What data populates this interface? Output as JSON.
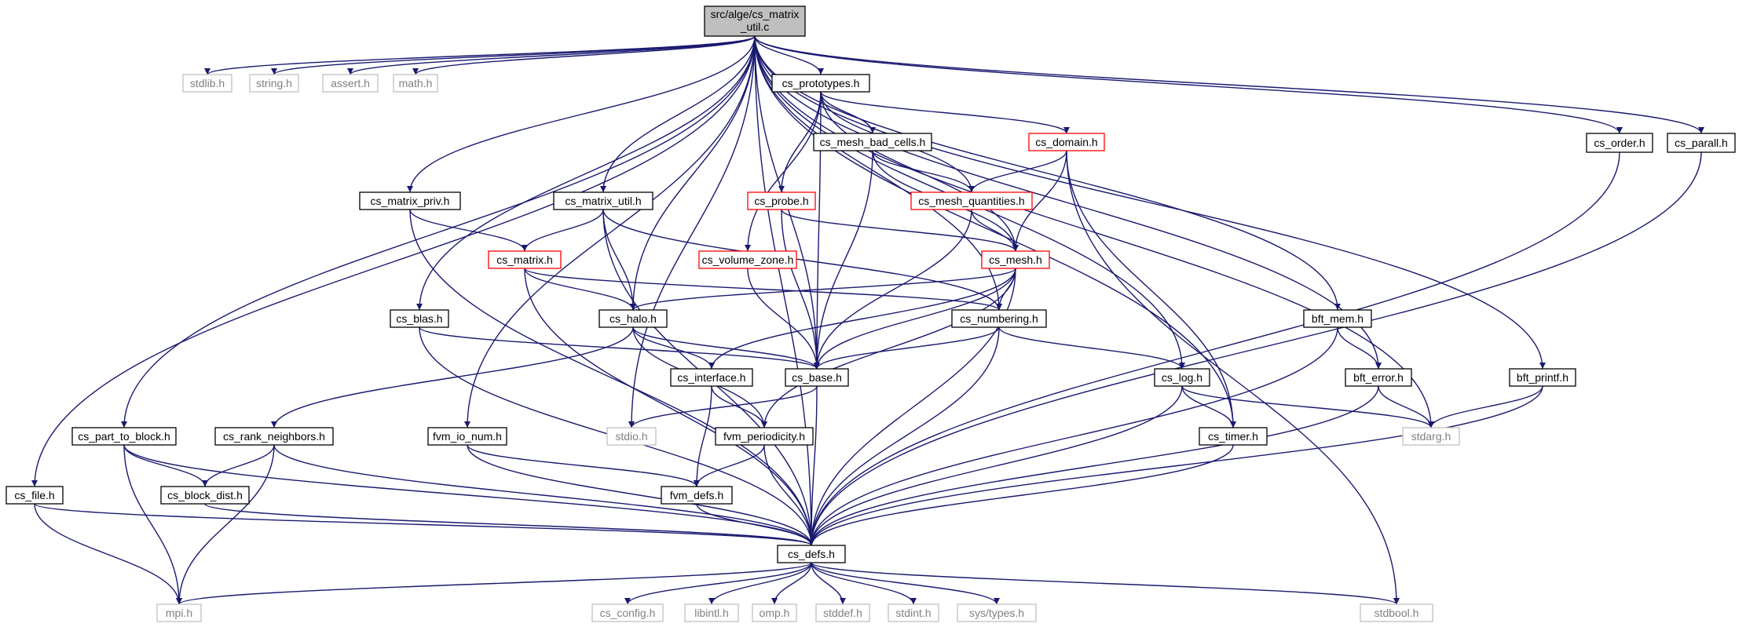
{
  "diagram": {
    "title_lines": [
      "src/alge/cs_matrix",
      "_util.c"
    ],
    "style": {
      "edge_color": "#191970",
      "internal_border": "#000000",
      "external_border": "#bfbfbf",
      "external_text": "#808080",
      "incomplete_border": "#ff0000",
      "root_fill": "#bfbfbf"
    },
    "nodes": [
      {
        "id": "root",
        "label": "src/alge/cs_matrix_util.c",
        "kind": "root"
      },
      {
        "id": "stdlib",
        "label": "stdlib.h",
        "kind": "external"
      },
      {
        "id": "string",
        "label": "string.h",
        "kind": "external"
      },
      {
        "id": "assert",
        "label": "assert.h",
        "kind": "external"
      },
      {
        "id": "math",
        "label": "math.h",
        "kind": "external"
      },
      {
        "id": "cs_prototypes",
        "label": "cs_prototypes.h",
        "kind": "internal"
      },
      {
        "id": "cs_order",
        "label": "cs_order.h",
        "kind": "internal"
      },
      {
        "id": "cs_parall",
        "label": "cs_parall.h",
        "kind": "internal"
      },
      {
        "id": "cs_mesh_bad_cells",
        "label": "cs_mesh_bad_cells.h",
        "kind": "internal"
      },
      {
        "id": "cs_domain",
        "label": "cs_domain.h",
        "kind": "incomplete"
      },
      {
        "id": "cs_matrix_priv",
        "label": "cs_matrix_priv.h",
        "kind": "internal"
      },
      {
        "id": "cs_matrix_util",
        "label": "cs_matrix_util.h",
        "kind": "internal"
      },
      {
        "id": "cs_probe",
        "label": "cs_probe.h",
        "kind": "incomplete"
      },
      {
        "id": "cs_mesh_quantities",
        "label": "cs_mesh_quantities.h",
        "kind": "incomplete"
      },
      {
        "id": "cs_matrix",
        "label": "cs_matrix.h",
        "kind": "incomplete"
      },
      {
        "id": "cs_volume_zone",
        "label": "cs_volume_zone.h",
        "kind": "incomplete"
      },
      {
        "id": "cs_mesh",
        "label": "cs_mesh.h",
        "kind": "incomplete"
      },
      {
        "id": "cs_blas",
        "label": "cs_blas.h",
        "kind": "internal"
      },
      {
        "id": "cs_halo",
        "label": "cs_halo.h",
        "kind": "internal"
      },
      {
        "id": "cs_numbering",
        "label": "cs_numbering.h",
        "kind": "internal"
      },
      {
        "id": "bft_mem",
        "label": "bft_mem.h",
        "kind": "internal"
      },
      {
        "id": "cs_interface",
        "label": "cs_interface.h",
        "kind": "internal"
      },
      {
        "id": "cs_base",
        "label": "cs_base.h",
        "kind": "internal"
      },
      {
        "id": "cs_log",
        "label": "cs_log.h",
        "kind": "internal"
      },
      {
        "id": "bft_error",
        "label": "bft_error.h",
        "kind": "internal"
      },
      {
        "id": "bft_printf",
        "label": "bft_printf.h",
        "kind": "internal"
      },
      {
        "id": "cs_part_to_block",
        "label": "cs_part_to_block.h",
        "kind": "internal"
      },
      {
        "id": "cs_rank_neighbors",
        "label": "cs_rank_neighbors.h",
        "kind": "internal"
      },
      {
        "id": "fvm_io_num",
        "label": "fvm_io_num.h",
        "kind": "internal"
      },
      {
        "id": "stdio",
        "label": "stdio.h",
        "kind": "external"
      },
      {
        "id": "fvm_periodicity",
        "label": "fvm_periodicity.h",
        "kind": "internal"
      },
      {
        "id": "cs_timer",
        "label": "cs_timer.h",
        "kind": "internal"
      },
      {
        "id": "stdarg",
        "label": "stdarg.h",
        "kind": "external"
      },
      {
        "id": "cs_file",
        "label": "cs_file.h",
        "kind": "internal"
      },
      {
        "id": "cs_block_dist",
        "label": "cs_block_dist.h",
        "kind": "internal"
      },
      {
        "id": "fvm_defs",
        "label": "fvm_defs.h",
        "kind": "internal"
      },
      {
        "id": "cs_defs",
        "label": "cs_defs.h",
        "kind": "internal"
      },
      {
        "id": "mpi",
        "label": "mpi.h",
        "kind": "external"
      },
      {
        "id": "cs_config",
        "label": "cs_config.h",
        "kind": "external"
      },
      {
        "id": "libintl",
        "label": "libintl.h",
        "kind": "external"
      },
      {
        "id": "omp",
        "label": "omp.h",
        "kind": "external"
      },
      {
        "id": "stddef",
        "label": "stddef.h",
        "kind": "external"
      },
      {
        "id": "stdint",
        "label": "stdint.h",
        "kind": "external"
      },
      {
        "id": "systypes",
        "label": "sys/types.h",
        "kind": "external"
      },
      {
        "id": "stdbool",
        "label": "stdbool.h",
        "kind": "external"
      }
    ],
    "edges": [
      [
        "root",
        "stdlib"
      ],
      [
        "root",
        "string"
      ],
      [
        "root",
        "assert"
      ],
      [
        "root",
        "math"
      ],
      [
        "root",
        "cs_prototypes"
      ],
      [
        "root",
        "cs_order"
      ],
      [
        "root",
        "cs_parall"
      ],
      [
        "root",
        "cs_matrix_priv"
      ],
      [
        "root",
        "cs_matrix_util"
      ],
      [
        "root",
        "cs_blas"
      ],
      [
        "root",
        "cs_halo"
      ],
      [
        "root",
        "cs_numbering"
      ],
      [
        "root",
        "bft_mem"
      ],
      [
        "root",
        "cs_base"
      ],
      [
        "root",
        "cs_log"
      ],
      [
        "root",
        "bft_error"
      ],
      [
        "root",
        "bft_printf"
      ],
      [
        "root",
        "cs_part_to_block"
      ],
      [
        "root",
        "fvm_io_num"
      ],
      [
        "root",
        "cs_timer"
      ],
      [
        "root",
        "stdarg"
      ],
      [
        "root",
        "cs_file"
      ],
      [
        "root",
        "cs_defs"
      ],
      [
        "root",
        "stdio"
      ],
      [
        "cs_prototypes",
        "cs_mesh_bad_cells"
      ],
      [
        "cs_prototypes",
        "cs_domain"
      ],
      [
        "cs_prototypes",
        "cs_probe"
      ],
      [
        "cs_prototypes",
        "cs_mesh_quantities"
      ],
      [
        "cs_prototypes",
        "cs_volume_zone"
      ],
      [
        "cs_prototypes",
        "cs_mesh"
      ],
      [
        "cs_prototypes",
        "cs_base"
      ],
      [
        "cs_mesh_bad_cells",
        "cs_mesh_quantities"
      ],
      [
        "cs_mesh_bad_cells",
        "cs_mesh"
      ],
      [
        "cs_mesh_bad_cells",
        "cs_base"
      ],
      [
        "cs_domain",
        "cs_mesh_quantities"
      ],
      [
        "cs_domain",
        "cs_mesh"
      ],
      [
        "cs_domain",
        "cs_timer"
      ],
      [
        "cs_domain",
        "stdbool"
      ],
      [
        "cs_matrix_priv",
        "cs_matrix"
      ],
      [
        "cs_matrix_priv",
        "cs_defs"
      ],
      [
        "cs_matrix_util",
        "cs_matrix"
      ],
      [
        "cs_matrix_util",
        "cs_halo"
      ],
      [
        "cs_matrix_util",
        "cs_numbering"
      ],
      [
        "cs_matrix_util",
        "cs_defs"
      ],
      [
        "cs_probe",
        "cs_mesh"
      ],
      [
        "cs_probe",
        "cs_base"
      ],
      [
        "cs_mesh_quantities",
        "cs_mesh"
      ],
      [
        "cs_mesh_quantities",
        "cs_base"
      ],
      [
        "cs_matrix",
        "cs_halo"
      ],
      [
        "cs_matrix",
        "cs_numbering"
      ],
      [
        "cs_matrix",
        "cs_defs"
      ],
      [
        "cs_volume_zone",
        "cs_base"
      ],
      [
        "cs_mesh",
        "cs_halo"
      ],
      [
        "cs_mesh",
        "cs_numbering"
      ],
      [
        "cs_mesh",
        "cs_interface"
      ],
      [
        "cs_mesh",
        "cs_base"
      ],
      [
        "cs_mesh",
        "fvm_periodicity"
      ],
      [
        "cs_mesh",
        "cs_defs"
      ],
      [
        "cs_blas",
        "cs_base"
      ],
      [
        "cs_blas",
        "cs_defs"
      ],
      [
        "cs_halo",
        "cs_interface"
      ],
      [
        "cs_halo",
        "cs_base"
      ],
      [
        "cs_halo",
        "fvm_periodicity"
      ],
      [
        "cs_halo",
        "cs_rank_neighbors"
      ],
      [
        "cs_numbering",
        "cs_base"
      ],
      [
        "cs_numbering",
        "cs_log"
      ],
      [
        "cs_numbering",
        "cs_defs"
      ],
      [
        "bft_mem",
        "bft_error"
      ],
      [
        "bft_mem",
        "cs_defs"
      ],
      [
        "cs_interface",
        "fvm_periodicity"
      ],
      [
        "cs_interface",
        "fvm_defs"
      ],
      [
        "cs_base",
        "stdio"
      ],
      [
        "cs_base",
        "cs_defs"
      ],
      [
        "cs_log",
        "cs_timer"
      ],
      [
        "cs_log",
        "stdarg"
      ],
      [
        "cs_log",
        "cs_defs"
      ],
      [
        "bft_error",
        "stdarg"
      ],
      [
        "bft_error",
        "cs_defs"
      ],
      [
        "bft_printf",
        "stdarg"
      ],
      [
        "bft_printf",
        "cs_defs"
      ],
      [
        "cs_order",
        "cs_defs"
      ],
      [
        "cs_parall",
        "cs_defs"
      ],
      [
        "cs_part_to_block",
        "cs_block_dist"
      ],
      [
        "cs_part_to_block",
        "mpi"
      ],
      [
        "cs_part_to_block",
        "cs_defs"
      ],
      [
        "cs_rank_neighbors",
        "cs_block_dist"
      ],
      [
        "cs_rank_neighbors",
        "mpi"
      ],
      [
        "cs_rank_neighbors",
        "cs_defs"
      ],
      [
        "fvm_io_num",
        "fvm_defs"
      ],
      [
        "fvm_io_num",
        "cs_defs"
      ],
      [
        "fvm_periodicity",
        "fvm_defs"
      ],
      [
        "fvm_periodicity",
        "cs_defs"
      ],
      [
        "cs_timer",
        "cs_defs"
      ],
      [
        "cs_file",
        "mpi"
      ],
      [
        "cs_file",
        "cs_defs"
      ],
      [
        "cs_block_dist",
        "cs_defs"
      ],
      [
        "fvm_defs",
        "cs_defs"
      ],
      [
        "cs_defs",
        "mpi"
      ],
      [
        "cs_defs",
        "cs_config"
      ],
      [
        "cs_defs",
        "libintl"
      ],
      [
        "cs_defs",
        "omp"
      ],
      [
        "cs_defs",
        "stddef"
      ],
      [
        "cs_defs",
        "stdint"
      ],
      [
        "cs_defs",
        "systypes"
      ],
      [
        "cs_defs",
        "stdbool"
      ]
    ]
  }
}
